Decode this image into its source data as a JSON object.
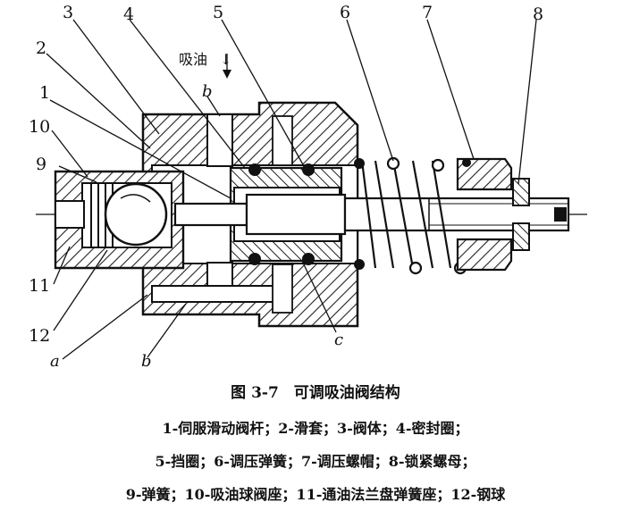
{
  "diagram": {
    "part_numbers": [
      "1",
      "2",
      "3",
      "4",
      "5",
      "6",
      "7",
      "8",
      "9",
      "10",
      "11",
      "12"
    ],
    "port_letters": [
      "a",
      "b",
      "b",
      "c"
    ],
    "suction_label": "吸油",
    "flow_arrow": "↓"
  },
  "caption": {
    "title": "图 3-7　可调吸油阀结构",
    "legend_line1": "1-伺服滑动阀杆；2-滑套；3-阀体；4-密封圈；",
    "legend_line2": "5-挡圈；6-调压弹簧；7-调压螺帽；8-锁紧螺母；",
    "legend_line3": "9-弹簧；10-吸油球阀座；11-通油法兰盘弹簧座；12-钢球"
  }
}
